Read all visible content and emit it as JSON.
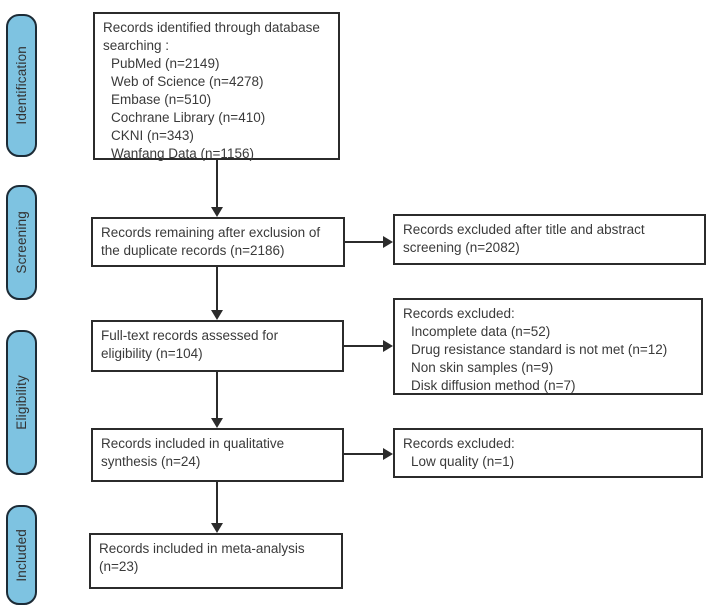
{
  "stages": [
    {
      "label": "Identification"
    },
    {
      "label": "Screening"
    },
    {
      "label": "Eligibility"
    },
    {
      "label": "Included"
    }
  ],
  "boxes": {
    "identified": {
      "line1": "Records identified through database",
      "line2": "searching :",
      "items": [
        "PubMed (n=2149)",
        "Web of Science (n=4278)",
        "Embase (n=510)",
        "Cochrane Library (n=410)",
        "CKNI (n=343)",
        "Wanfang Data (n=1156)"
      ]
    },
    "deduplicated": {
      "line1": "Records remaining after exclusion of",
      "line2": "the duplicate records (n=2186)"
    },
    "fulltext": {
      "line1": "Full-text records assessed for",
      "line2": "eligibility (n=104)"
    },
    "qualitative": {
      "line1": "Records included in qualitative",
      "line2": "synthesis (n=24)"
    },
    "meta_analysis": {
      "line1": "Records included in meta-analysis",
      "line2": "(n=23)"
    },
    "excluded_screening": {
      "line1": "Records excluded after title and abstract",
      "line2": "screening (n=2082)"
    },
    "excluded_fulltext": {
      "title": "Records excluded:",
      "items": [
        "Incomplete data (n=52)",
        "Drug resistance standard is not met (n=12)",
        "Non skin samples (n=9)",
        "Disk diffusion method (n=7)"
      ]
    },
    "excluded_quality": {
      "title": "Records excluded:",
      "items": [
        "Low quality (n=1)"
      ]
    }
  },
  "colors": {
    "stage_fill": "#7EC3E1",
    "stage_border": "#1C2B36",
    "box_border": "#2B2B2B",
    "arrow": "#2B2B2B",
    "text": "#3A3A3A",
    "bg": "#FFFFFF"
  }
}
